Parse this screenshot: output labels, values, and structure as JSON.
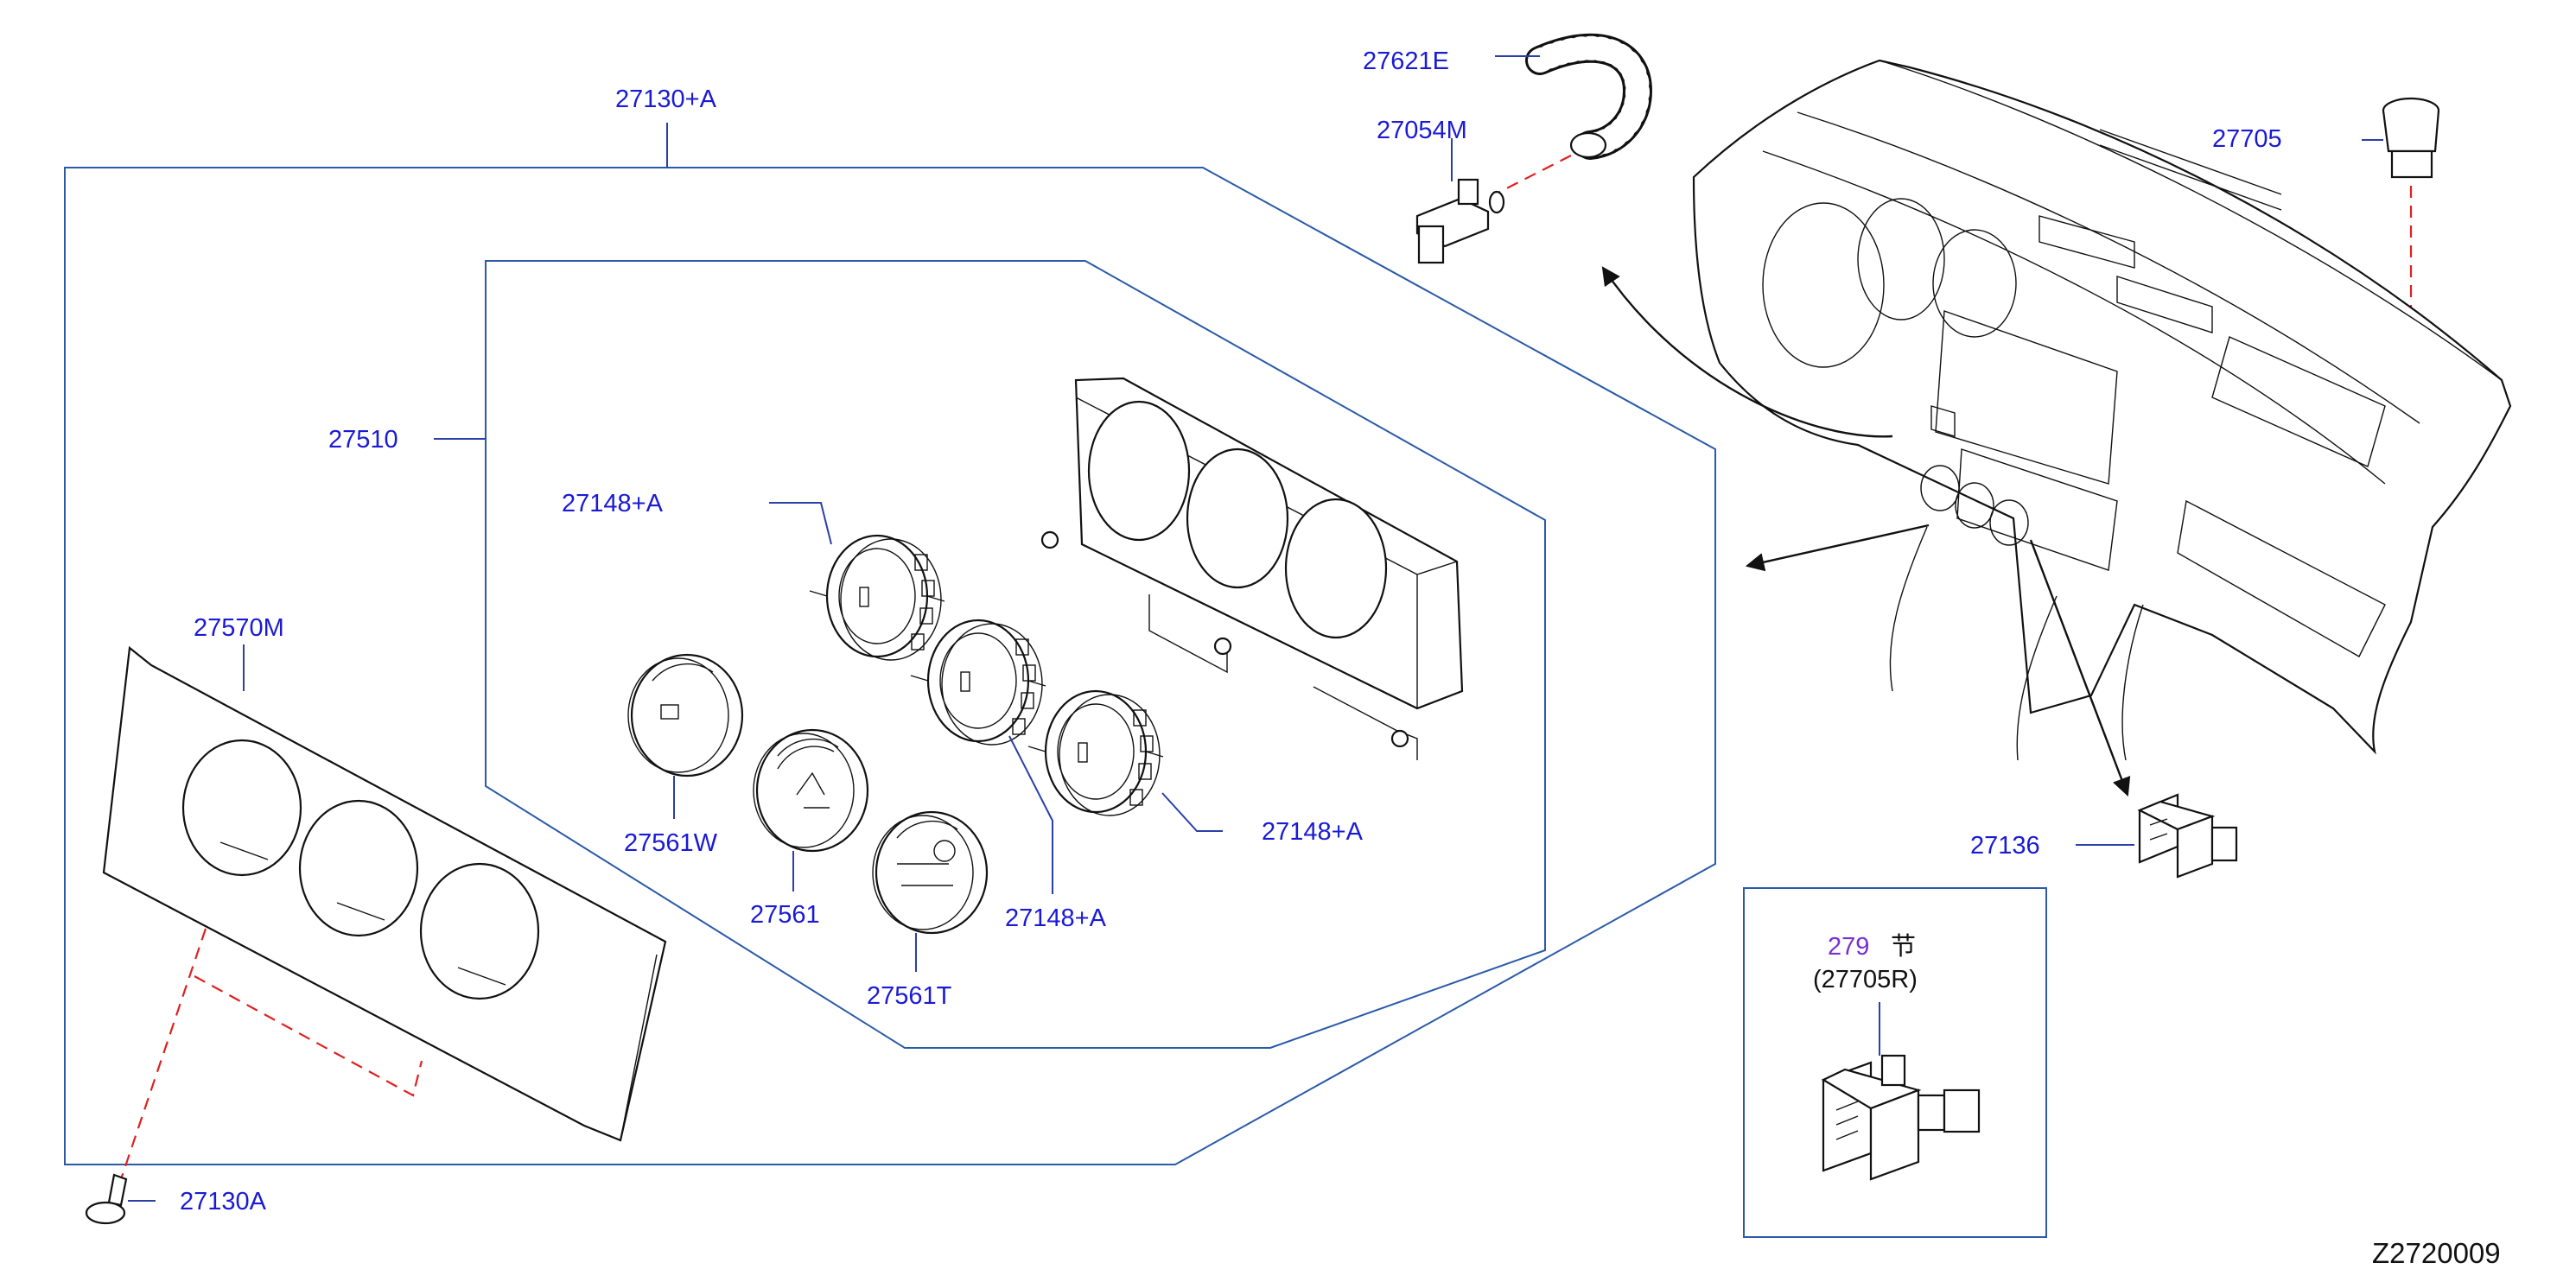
{
  "callouts": {
    "c27130A_plus": "27130+A",
    "c27510": "27510",
    "c27148A_top": "27148+A",
    "c27570M": "27570M",
    "c27561W": "27561W",
    "c27561": "27561",
    "c27561T": "27561T",
    "c27148A_mid": "27148+A",
    "c27148A_right": "27148+A",
    "c27130A": "27130A",
    "c27621E": "27621E",
    "c27054M": "27054M",
    "c27705": "27705",
    "c27136": "27136"
  },
  "inset": {
    "section_ref": "279",
    "section_glyph": "节",
    "part_ref": "(27705R)"
  },
  "diagram_code": "Z2720009"
}
